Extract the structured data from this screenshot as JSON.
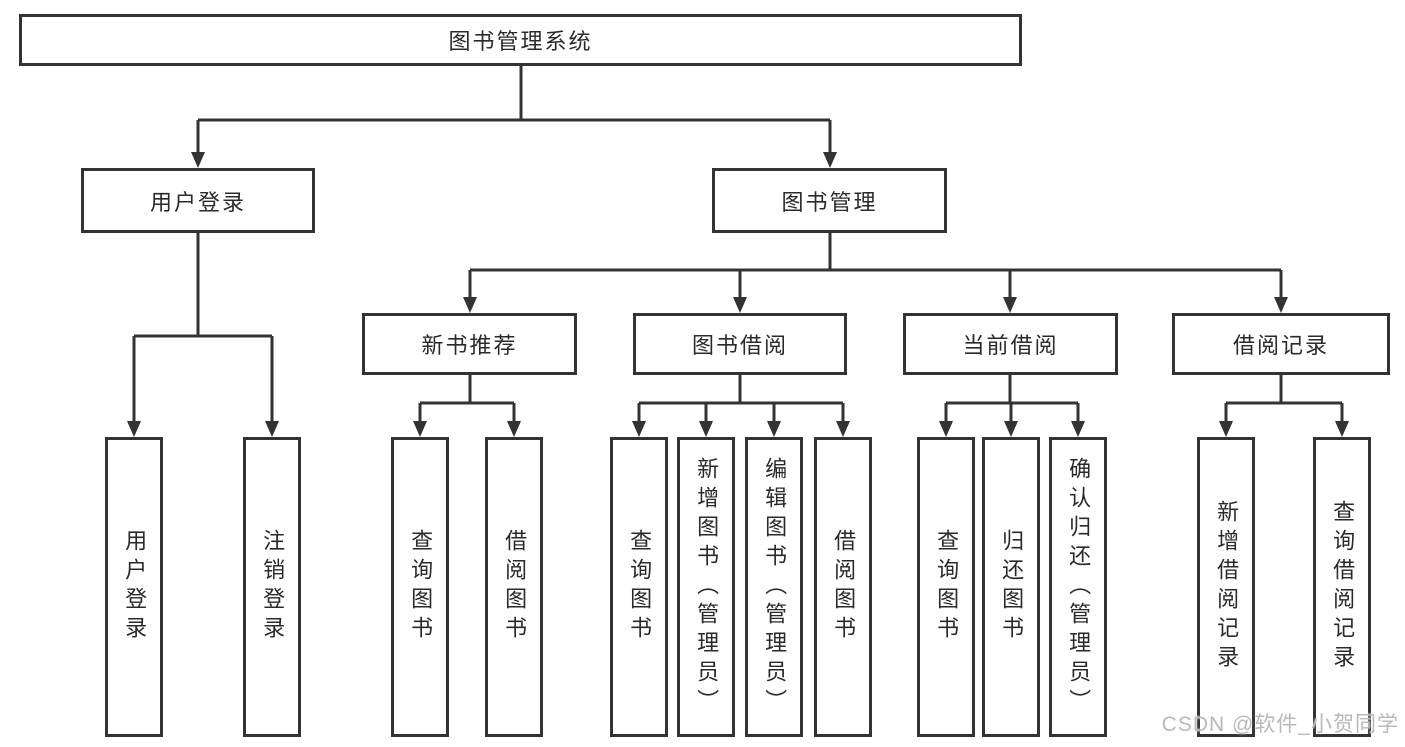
{
  "diagram": {
    "root": {
      "label": "图书管理系统"
    },
    "branches": [
      {
        "label": "用户登录",
        "children": [
          {
            "label": "用户登录"
          },
          {
            "label": "注销登录"
          }
        ]
      },
      {
        "label": "图书管理",
        "children": [
          {
            "label": "新书推荐",
            "children": [
              {
                "label": "查询图书"
              },
              {
                "label": "借阅图书"
              }
            ]
          },
          {
            "label": "图书借阅",
            "children": [
              {
                "label": "查询图书"
              },
              {
                "label": "新增图书（管理员）"
              },
              {
                "label": "编辑图书（管理员）"
              },
              {
                "label": "借阅图书"
              }
            ]
          },
          {
            "label": "当前借阅",
            "children": [
              {
                "label": "查询图书"
              },
              {
                "label": "归还图书"
              },
              {
                "label": "确认归还（管理员）"
              }
            ]
          },
          {
            "label": "借阅记录",
            "children": [
              {
                "label": "新增借阅记录"
              },
              {
                "label": "查询借阅记录"
              }
            ]
          }
        ]
      }
    ]
  },
  "watermark": {
    "text": "CSDN @软件_小贺同学"
  },
  "colors": {
    "line": "#333333",
    "text": "#2a2a2a",
    "watermark": "#b9b9b9",
    "background": "#ffffff"
  }
}
